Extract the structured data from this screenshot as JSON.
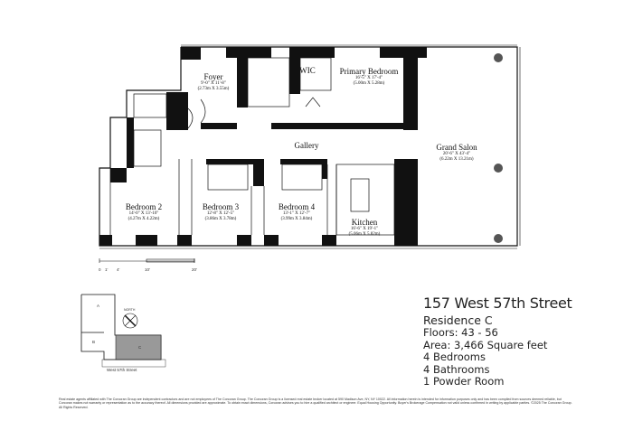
{
  "rooms": {
    "foyer": {
      "name": "Foyer",
      "dim_imperial": "9'-0\" X 11'-8\"",
      "dim_metric": "(2.73m X 3.55m)"
    },
    "primary_bedroom": {
      "name": "Primary Bedroom",
      "dim_imperial": "16'-5\" X 17'-4\"",
      "dim_metric": "(5.00m X 5.28m)"
    },
    "wic": {
      "name": "WIC"
    },
    "gallery": {
      "name": "Gallery"
    },
    "grand_salon": {
      "name": "Grand Salon",
      "dim_imperial": "20'-6\" X 43'-4\"",
      "dim_metric": "(6.22m X 13.21m)"
    },
    "bedroom2": {
      "name": "Bedroom 2",
      "dim_imperial": "14'-0\" X 13'-10\"",
      "dim_metric": "(4.27m X 4.22m)"
    },
    "bedroom3": {
      "name": "Bedroom 3",
      "dim_imperial": "12'-8\" X 12'-5\"",
      "dim_metric": "(3.86m X 3.78m)"
    },
    "bedroom4": {
      "name": "Bedroom 4",
      "dim_imperial": "13'-1\" X 12'-7\"",
      "dim_metric": "(3.99m X 3.84m)"
    },
    "kitchen": {
      "name": "Kitchen",
      "dim_imperial": "16'-6\" X 19'-1\"",
      "dim_metric": "(5.06m X 5.82m)"
    }
  },
  "scale_bar": {
    "labels": [
      "0",
      "1'",
      "4'",
      "10'",
      "20'"
    ]
  },
  "key_plan": {
    "street": "West 57th Street",
    "north": "NORTH",
    "units": [
      "A",
      "B",
      "C"
    ]
  },
  "listing": {
    "title": "157 West 57th Street",
    "residence": "Residence  C",
    "floors": "Floors:  43 - 56",
    "area": "Area:  3,466 Square feet",
    "bedrooms": "4 Bedrooms",
    "bathrooms": "4 Bathrooms",
    "powder": "1 Powder Room"
  },
  "disclaimer": "Real estate agents affiliated with The Corcoran Group are independent contractors and are not employees of The Corcoran Group. The Corcoran Group is a licensed real estate broker located at 590 Madison Ave, NY, NY 10022. All information herein is intended for information purposes only and has been compiled from sources deemed reliable, but Corcoran makes not warranty or representation as to the accuracy thereof. All dimensions provided are approximate. To obtain exact dimensions, Corcoran advises you to hire a qualified architect or engineer. Equal Housing Opportunity. Buyer's Brokerage Compensation not valid unless confirmed in writing by applicable parties. ©2025 The Corcoran Group. All Rights Reserved."
}
